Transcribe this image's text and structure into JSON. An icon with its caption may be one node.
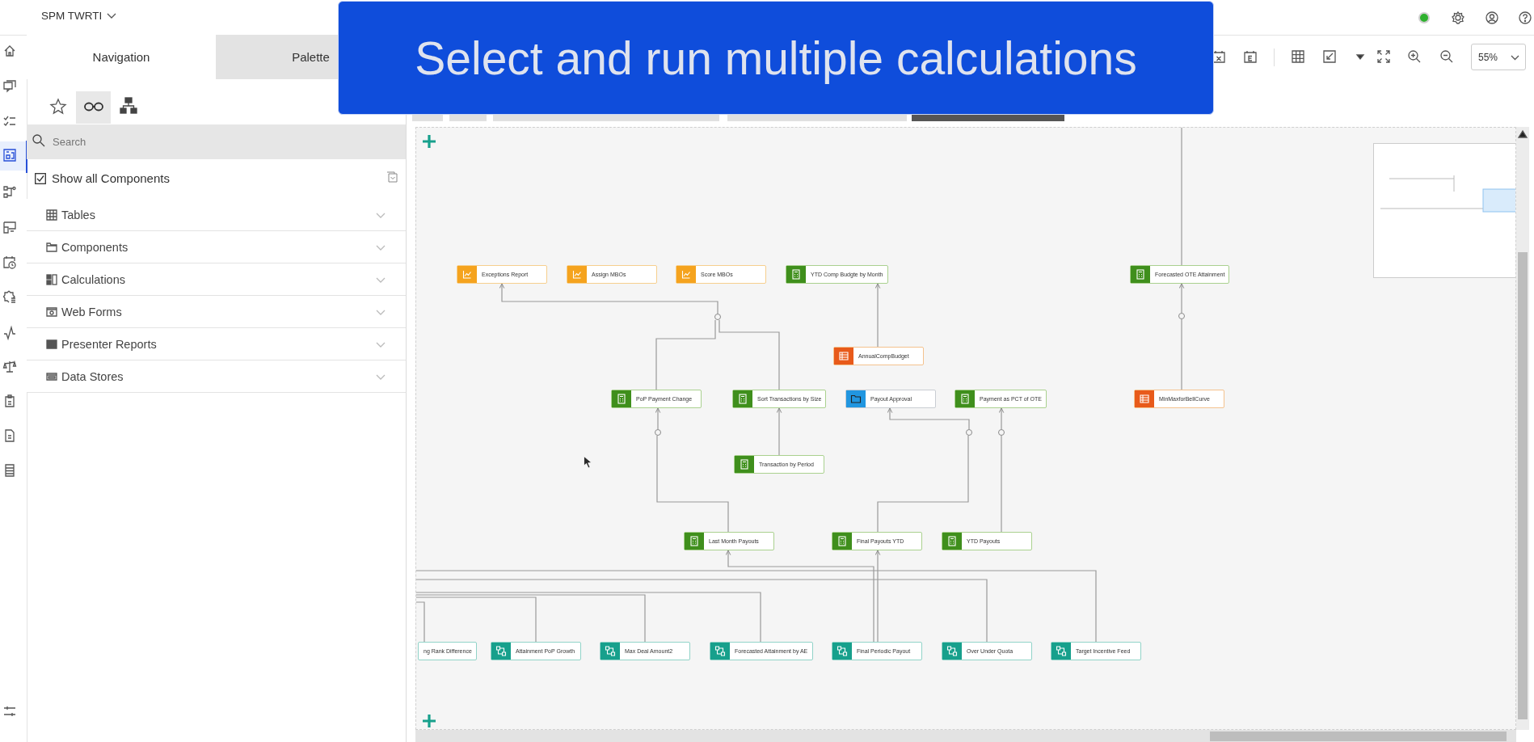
{
  "diagram": {
    "title": "Select and run multiple calculations",
    "nodes": [
      {
        "text": [
          "Exceptions Report"
        ]
      },
      {
        "text": [
          "Assign MBOs"
        ]
      },
      {
        "text": [
          "Score MBOs"
        ]
      },
      {
        "text": [
          "YTD Comp Budgte by Month"
        ]
      },
      {
        "text": [
          "Forecasted OTE Attainment"
        ]
      },
      {
        "text": [],
        "shape": "circle"
      },
      {
        "text": [],
        "shape": "circle"
      },
      {
        "text": [
          "AnnualCompBudget"
        ]
      },
      {
        "text": [
          "PoP Payment Change"
        ]
      },
      {
        "text": [
          "Sort Transactions by Size"
        ]
      },
      {
        "text": [
          "Payout Approval"
        ]
      },
      {
        "text": [
          "Payment as PCT of OTE"
        ]
      },
      {
        "text": [
          "MinMaxforBellCurve"
        ]
      },
      {
        "text": [],
        "shape": "circle"
      },
      {
        "text": [],
        "shape": "circle"
      },
      {
        "text": [],
        "shape": "circle"
      },
      {
        "text": [
          "Transaction by Period"
        ]
      },
      {
        "text": [
          "Last Month Payouts"
        ]
      },
      {
        "text": [
          "Final Payouts YTD"
        ]
      },
      {
        "text": [
          "YTD Payouts"
        ]
      },
      {
        "text": [
          "ng Rank Difference"
        ]
      },
      {
        "text": [
          "Attainment PoP Growth"
        ]
      },
      {
        "text": [
          "Max Deal Amount2"
        ]
      },
      {
        "text": [
          "Forecasted Attainment by AE"
        ]
      },
      {
        "text": [
          "Final Periodic Payout"
        ]
      },
      {
        "text": [
          "Over Under Quota"
        ]
      },
      {
        "text": [
          "Target Incentive Feed"
        ]
      }
    ],
    "edges": [
      {
        "from": 5,
        "to": 0,
        "arrow": "to"
      },
      {
        "from": 8,
        "to": 5,
        "arrow": "none"
      },
      {
        "from": 9,
        "to": 5,
        "arrow": "none"
      },
      {
        "from": 7,
        "to": 3,
        "arrow": "to"
      },
      {
        "from": 12,
        "to": 6,
        "arrow": "none"
      },
      {
        "from": 6,
        "to": 4,
        "arrow": "to"
      },
      {
        "from": 16,
        "to": 9,
        "arrow": "to"
      },
      {
        "from": 13,
        "to": 8,
        "arrow": "to"
      },
      {
        "from": 17,
        "to": 13,
        "arrow": "none"
      },
      {
        "from": 14,
        "to": 10,
        "arrow": "to"
      },
      {
        "from": 18,
        "to": 14,
        "arrow": "none"
      },
      {
        "from": 15,
        "to": 11,
        "arrow": "to"
      },
      {
        "from": 19,
        "to": 15,
        "arrow": "none"
      },
      {
        "from": 24,
        "to": 18,
        "arrow": "to"
      },
      {
        "from": 24,
        "to": 17,
        "arrow": "to"
      },
      {
        "from": 21,
        "to": null,
        "arrow": "none"
      },
      {
        "from": 22,
        "to": null,
        "arrow": "none"
      },
      {
        "from": 23,
        "to": null,
        "arrow": "none"
      },
      {
        "from": 20,
        "to": null,
        "arrow": "none"
      },
      {
        "from": 25,
        "to": null,
        "arrow": "none"
      },
      {
        "from": 26,
        "to": null,
        "arrow": "none"
      },
      {
        "from": 4,
        "to": null,
        "arrow": "none"
      }
    ],
    "labels": [
      "SPM TWRTI",
      "Navigation",
      "Palette",
      "Search",
      "Show all Components",
      "Tables",
      "Components",
      "Calculations",
      "Web Forms",
      "Presenter Reports",
      "Data Stores",
      "55%"
    ]
  }
}
